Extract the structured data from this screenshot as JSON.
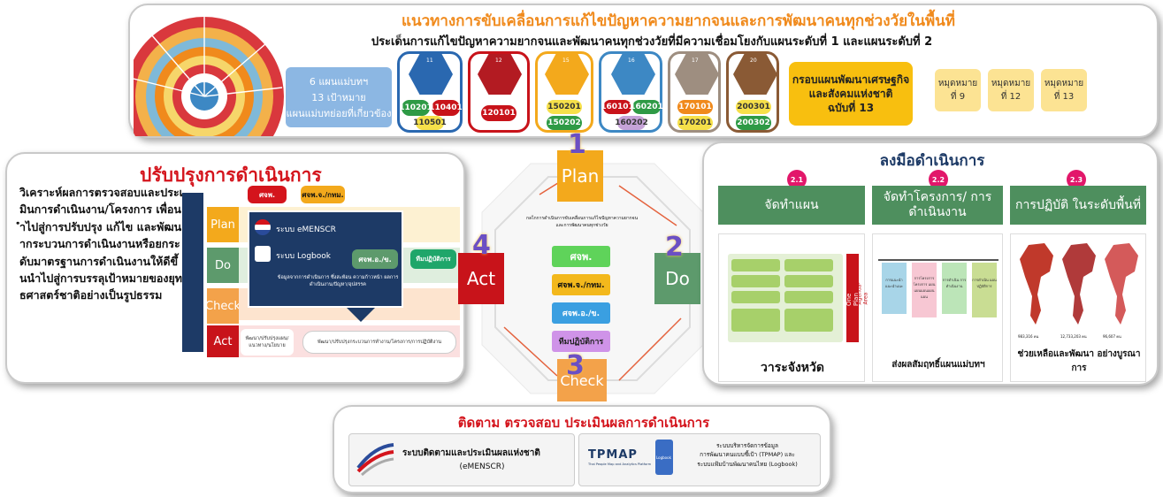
{
  "top": {
    "title": "แนวทางการขับเคลื่อนการแก้ไขปัญหาความยากจนและการพัฒนาคนทุกช่วงวัยในพื้นที่",
    "subtitle": "ประเด็นการแก้ไขปัญหาความยากจนและพัฒนาคนทุกช่วงวัยที่มีความเชื่อมโยงกับแผนระดับที่  1 และแผนระดับที่ 2",
    "blue_box": [
      "6 แผนแม่บทฯ",
      "13 เป้าหมาย",
      "แผนแม่บทย่อยที่เกี่ยวข้อง"
    ],
    "goals": [
      {
        "num": "11",
        "codes": [
          "110201",
          "110401",
          "110501"
        ]
      },
      {
        "num": "12",
        "codes": [
          "120101"
        ]
      },
      {
        "num": "15",
        "codes": [
          "150201",
          "150202"
        ]
      },
      {
        "num": "16",
        "codes": [
          "160101",
          "160201",
          "160202"
        ]
      },
      {
        "num": "17",
        "codes": [
          "170101",
          "170201"
        ]
      },
      {
        "num": "20",
        "codes": [
          "200301",
          "200302"
        ]
      }
    ],
    "nesdp": [
      "กรอบแผนพัฒนาเศรษฐกิจ",
      "และสังคมแห่งชาติ",
      "ฉบับที่ 13"
    ],
    "milestones": [
      {
        "line1": "หมุดหมาย",
        "line2": "ที่ 9"
      },
      {
        "line1": "หมุดหมาย",
        "line2": "ที่ 12"
      },
      {
        "line1": "หมุดหมาย",
        "line2": "ที่ 13"
      }
    ]
  },
  "left": {
    "title": "ปรับปรุงการดำเนินการ",
    "paragraph": "วิเคราะห์ผลการตรวจสอบและประเมินการดำเนินงาน/โครงการ เพื่อนำไปสู่การปรับปรุง แก้ไข และพัฒนากระบวนการดำเนินงานหรือยกระดับมาตรฐานการดำเนินงานให้ดีขึ้นนำไปสู่การบรรลุเป้าหมายของยุทธศาสตร์ชาติอย่างเป็นรูปธรรม",
    "stages": [
      "Plan",
      "Do",
      "Check",
      "Act"
    ],
    "committees": [
      "ศจพ.",
      "ศจพ.จ./กทม.",
      "ศจพ.อ./ข.",
      "ทีมปฏิบัติการ"
    ],
    "system_emenscr": "ระบบ eMENSCR",
    "system_logbook": "ระบบ Logbook",
    "data_note": "ข้อมูลจากการดำเนินการ ซึ่งสะท้อน ความก้าวหน้า ผลการดำเนินงาน/ปัญหา/อุปสรรค",
    "improve_policy": "พัฒนา/ปรับปรุงแผน/ แนวทาง/นโยบาย",
    "improve_process": "พัฒนา/ปรับปรุงกระบวนการทำงาน/โครงการ/การปฏิบัติงาน"
  },
  "cycle": {
    "plan": "Plan",
    "do": "Do",
    "check": "Check",
    "act": "Act",
    "num_plan": "1",
    "num_do": "2",
    "num_check": "3",
    "num_act": "4",
    "mechanism": "กลไกการดำเนินการขับเคลื่อนการแก้ไขปัญหาความยากจนและการพัฒนาคนทุกช่วงวัย",
    "levels": [
      "ศจพ.",
      "ศจพ.จ./กทม.",
      "ศจพ.อ./ข.",
      "ทีมปฏิบัติการ"
    ]
  },
  "right": {
    "title": "ลงมือดำเนินการ",
    "cols": [
      {
        "badge": "2.1",
        "head": "จัดทำแผน",
        "foot": "วาระจังหวัด"
      },
      {
        "badge": "2.2",
        "head": "จัดทำโครงการ/ การดำเนินงาน",
        "foot": "ส่งผลสัมฤทธิ์แผนแม่บทฯ"
      },
      {
        "badge": "2.3",
        "head": "การปฏิบัติ ในระดับพื้นที่",
        "foot": "ช่วยเหลือและพัฒนา อย่างบูรณาการ"
      }
    ],
    "one_plan": "One Plan",
    "agenda": "Agenda-Area",
    "proj_tags": [
      "การแนะนำแนะนำแนะ",
      "การโครงการโครงการ แผนแผนแผนแผนแผน",
      "การดำเนิน การดำเนินงาน",
      "การดำเนิน แผนปฏิบัติการ"
    ],
    "map_stats": [
      "983,316 คน",
      "12,733,203 คน",
      "96,607 คน"
    ]
  },
  "bottom": {
    "title": "ติดตาม ตรวจสอบ ประเมินผลการดำเนินการ",
    "emenscr_line1": "ระบบติดตามและประเมินผลแห่งชาติ",
    "emenscr_line2": "(eMENSCR)",
    "tpmap_logo": "TPMAP",
    "tpmap_caption": "Thai People Map and Analytics Platform",
    "logbook_label": "Logbook",
    "tpmap_text": [
      "ระบบบริหารจัดการข้อมูล",
      "การพัฒนาคนแบบชี้เป้า (TPMAP) และ",
      "ระบบแฟ้มบ้านพัฒนาคนไทย (Logbook)"
    ]
  },
  "colors": {
    "orange": "#f08a1c",
    "red": "#d4141c",
    "plan": "#f3a91c",
    "do": "#5d9a6c",
    "check": "#f3a24a",
    "act": "#c8131a",
    "navy": "#1d3a66"
  }
}
